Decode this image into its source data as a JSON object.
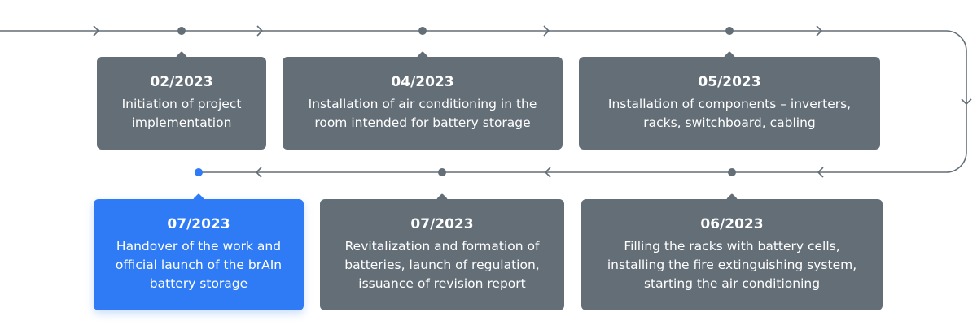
{
  "colors": {
    "line": "#636e77",
    "card": "#636e77",
    "active": "#2f7bf5"
  },
  "milestones": [
    {
      "date": "02/2023",
      "description": "Initiation of project implementation"
    },
    {
      "date": "04/2023",
      "description": "Installation of air conditioning in the room intended for battery storage"
    },
    {
      "date": "05/2023",
      "description": "Installation of components – inverters, racks, switchboard, cabling"
    },
    {
      "date": "06/2023",
      "description": "Filling the racks with battery cells, installing the fire extinguishing system, starting the air conditioning"
    },
    {
      "date": "07/2023",
      "description": "Revitalization and formation of batteries, launch of regulation, issuance of revision report"
    },
    {
      "date": "07/2023",
      "description": "Handover of the work and official launch of the brAIn battery storage"
    }
  ]
}
